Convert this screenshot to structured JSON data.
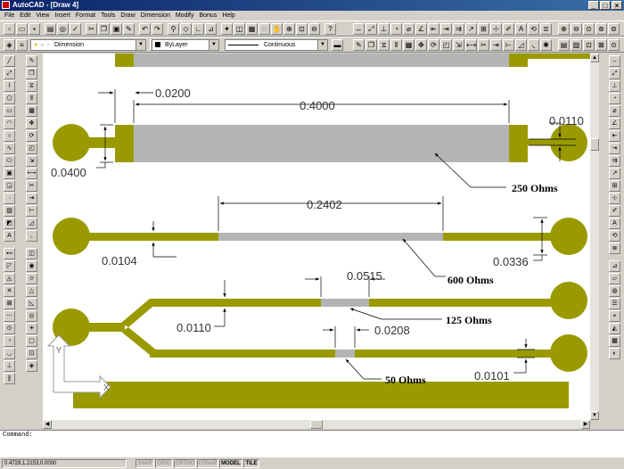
{
  "window": {
    "title": "AutoCAD - [Draw 4]",
    "min": "_",
    "max": "□",
    "close": "×"
  },
  "menu": [
    "File",
    "Edit",
    "View",
    "Insert",
    "Format",
    "Tools",
    "Draw",
    "Dimension",
    "Modify",
    "Bonus",
    "Help"
  ],
  "properties": {
    "layer": "Dimension",
    "color": "ByLayer",
    "linetype": "Continuous"
  },
  "drawing": {
    "dimensions": {
      "d1": "0.0200",
      "d2": "0.4000",
      "d3": "0.0110",
      "d4": "0.0400",
      "d5": "0.2402",
      "d6": "0.0104",
      "d7": "0.0336",
      "d8": "0.0515",
      "d9": "0.0110",
      "d10": "0.0208",
      "d11": "0.0101"
    },
    "labels": {
      "l250": "250 Ohms",
      "l600": "600 Ohms",
      "l125": "125 Ohms",
      "l50": "50 Ohms"
    },
    "ucs": {
      "y": "Y",
      "x": "X"
    },
    "colors": {
      "trace": "#9a9a00",
      "resistor": "#b4b4b4",
      "dim": "#000000"
    }
  },
  "command": {
    "prompt": "Command:"
  },
  "status": {
    "coords": "0.4729,1.2153,0.0000",
    "toggles": [
      "SNAP",
      "GRID",
      "ORTHO",
      "OSNAP",
      "MODEL",
      "TILE"
    ],
    "active": [
      "MODEL",
      "TILE"
    ]
  }
}
